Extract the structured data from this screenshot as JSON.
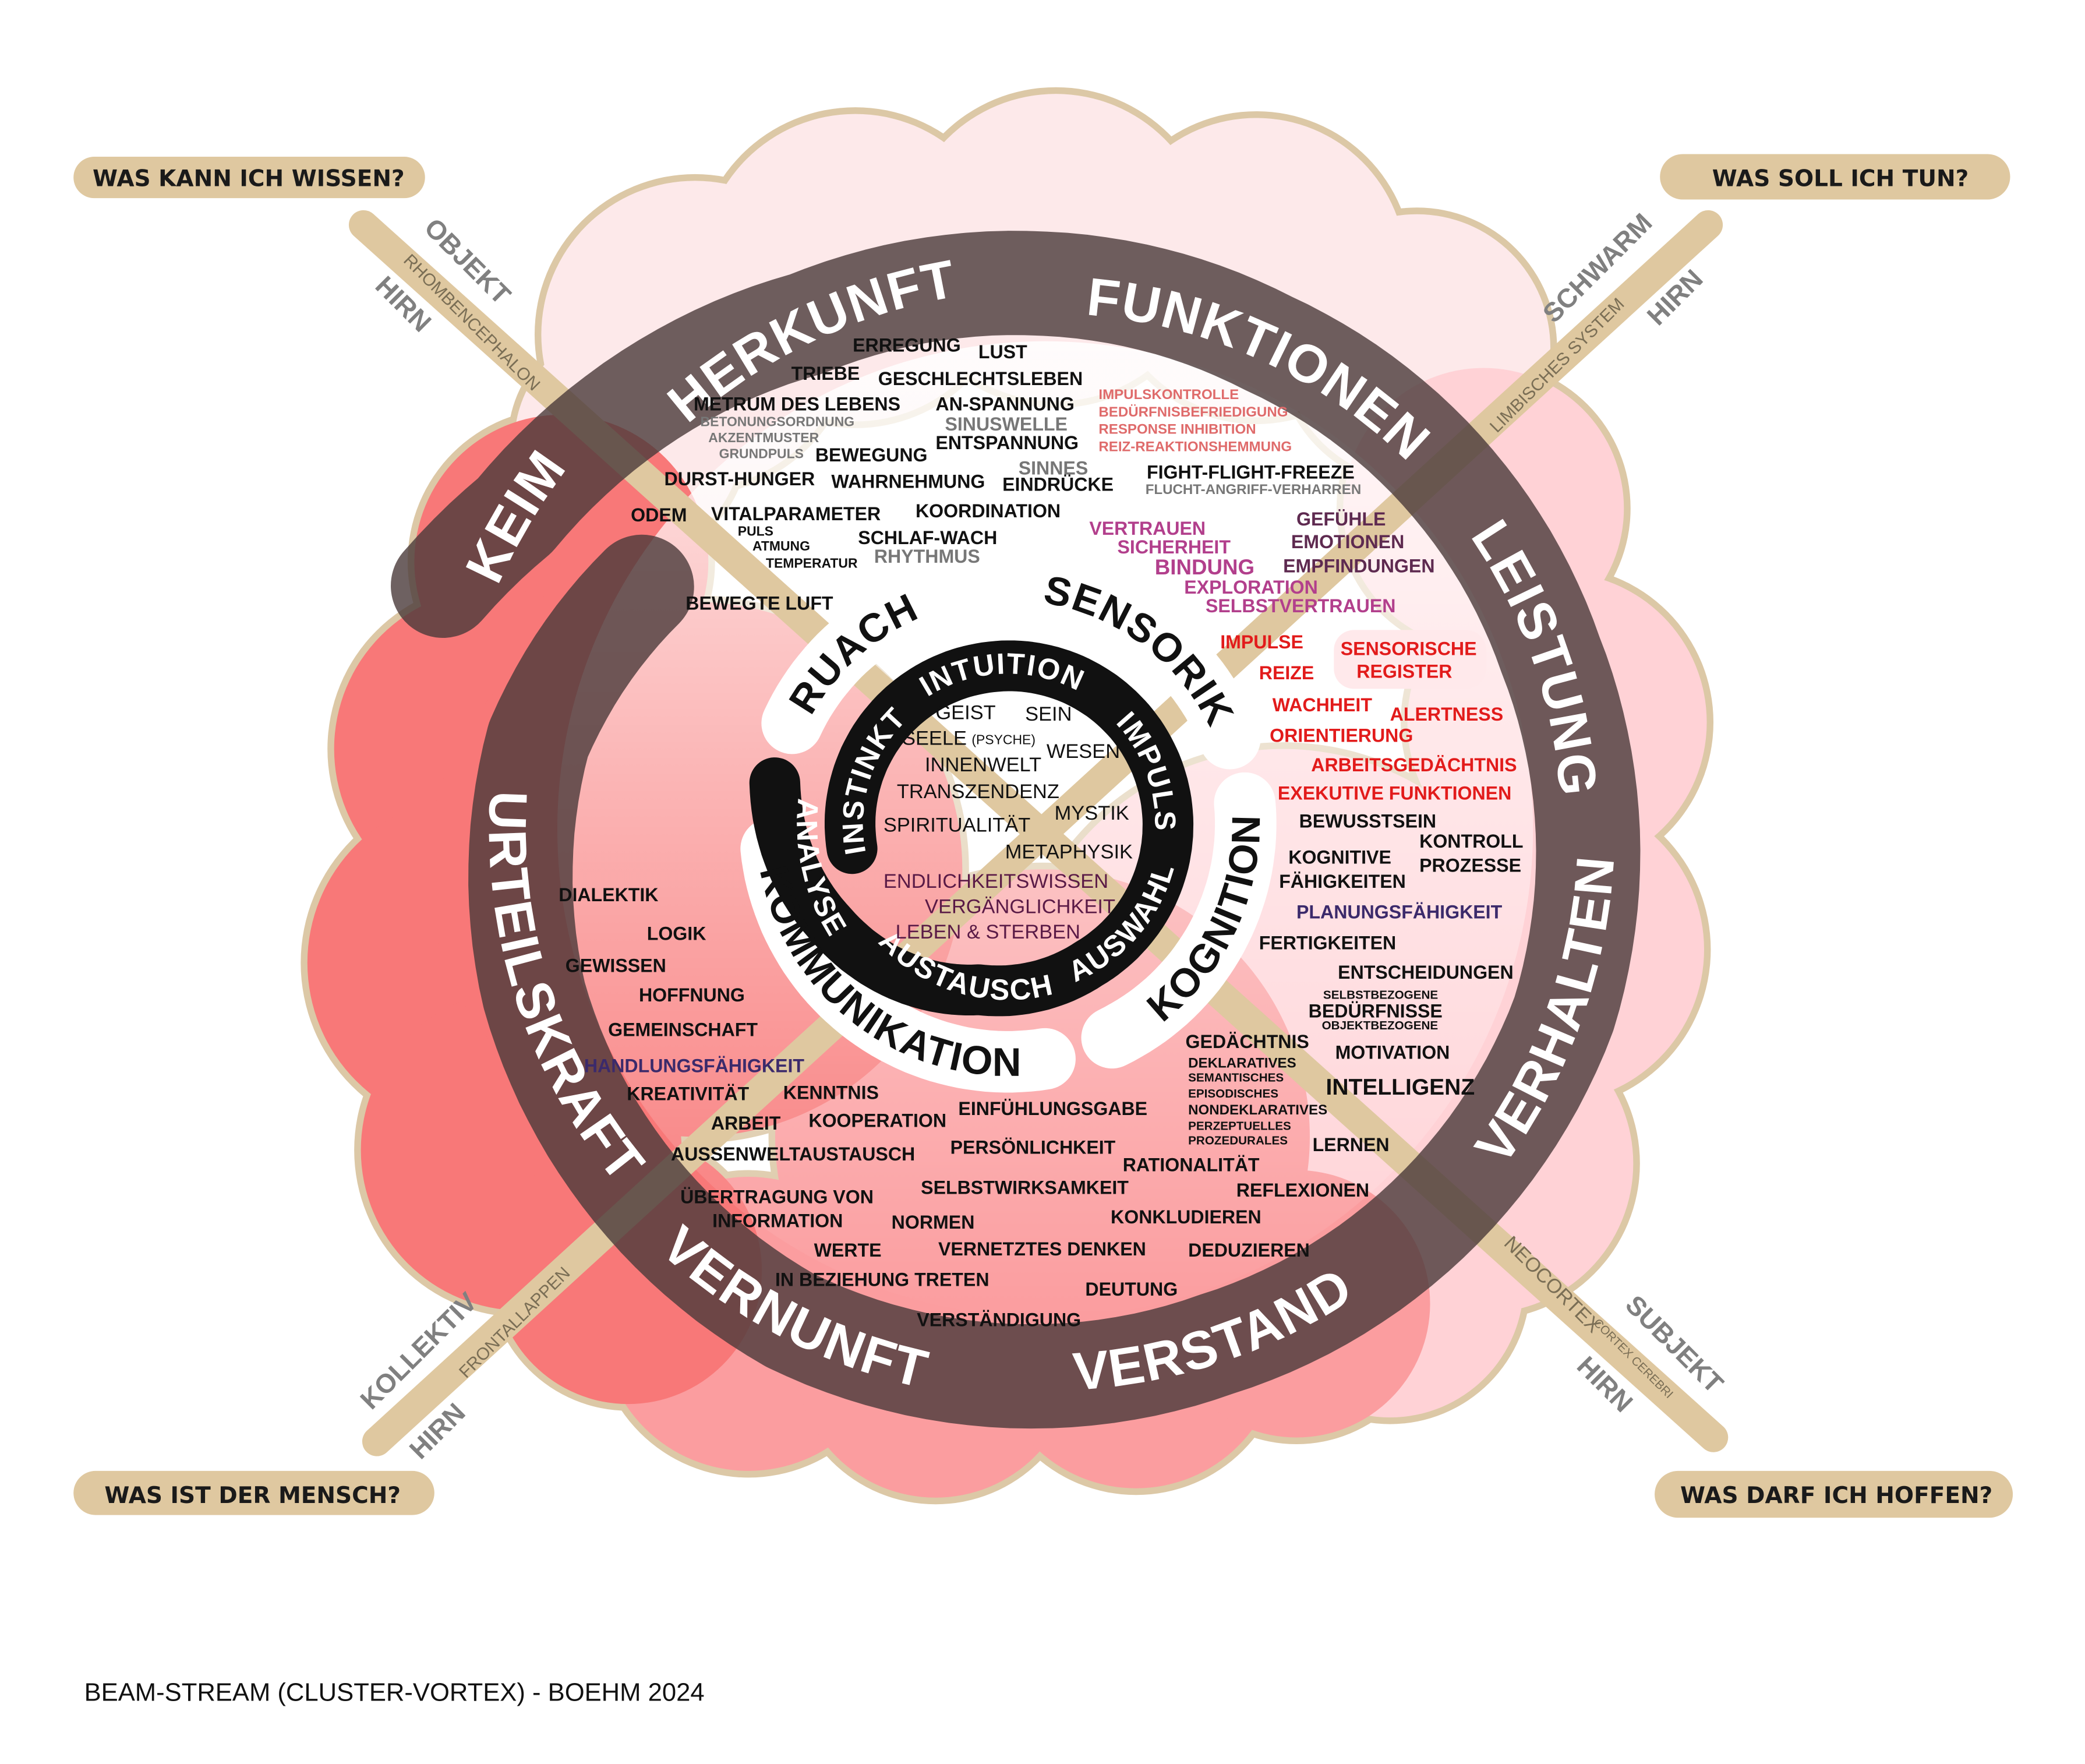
{
  "questions": {
    "top_left": "WAS KANN ICH WISSEN?",
    "top_right": "WAS SOLL ICH TUN?",
    "bottom_left": "WAS IST DER MENSCH?",
    "bottom_right": "WAS DARF ICH HOFFEN?"
  },
  "axes": {
    "top_left": {
      "outer": "OBJEKT",
      "brain": "HIRN",
      "region": "RHOMBENCEPHALON"
    },
    "top_right": {
      "outer": "SCHWARM",
      "brain": "HIRN",
      "region": "LIMBISCHES SYSTEM"
    },
    "bottom_left": {
      "outer": "KOLLEKTIV",
      "brain": "HIRN",
      "region": "FRONTALLAPPEN"
    },
    "bottom_right": {
      "outer": "SUBJEKT",
      "brain": "HIRN",
      "region": "NEOCORTEX",
      "sub": "CORTEX CEREBRI"
    }
  },
  "outer_ring": [
    "KEIM",
    "HERKUNFT",
    "FUNKTIONEN",
    "LEISTUNG",
    "VERHALTEN",
    "VERSTAND",
    "VERNUNFT",
    "URTEILSKRAFT"
  ],
  "middle_ring": [
    "RUACH",
    "SENSORIK",
    "KOGNITION",
    "KOMMUNIKATION"
  ],
  "inner_ring": [
    "INTUITION",
    "IMPULS",
    "AUSWAHL",
    "AUSTAUSCH",
    "ANALYSE",
    "INSTINKT"
  ],
  "colors": {
    "k": "#111111",
    "g": "#777777",
    "s": "#df6b6b",
    "m": "#b23f8c",
    "p": "#5e2a50",
    "r": "#e21b1b",
    "n": "#3b2a6b",
    "c": "#111111",
    "cp": "#5a1a46",
    "ring": "#4a3a3a",
    "beige": "#dfc8a0",
    "inner_ring": "#111111"
  },
  "words": [
    {
      "text": "ERREGUNG",
      "tone": "k"
    },
    {
      "text": "LUST",
      "tone": "k"
    },
    {
      "text": "TRIEBE",
      "tone": "k"
    },
    {
      "text": "GESCHLECHTSLEBEN",
      "tone": "k"
    },
    {
      "text": "METRUM DES LEBENS",
      "tone": "k"
    },
    {
      "text": "BETONUNGSORDNUNG",
      "tone": "g"
    },
    {
      "text": "AKZENTMUSTER",
      "tone": "g"
    },
    {
      "text": "GRUNDPULS",
      "tone": "g"
    },
    {
      "text": "BEWEGUNG",
      "tone": "k"
    },
    {
      "text": "AN-SPANNUNG",
      "tone": "k"
    },
    {
      "text": "SINUSWELLE",
      "tone": "g"
    },
    {
      "text": "ENTSPANNUNG",
      "tone": "k"
    },
    {
      "text": "IMPULSKONTROLLE",
      "tone": "s"
    },
    {
      "text": "BEDÜRFNISBEFRIEDIGUNG",
      "tone": "s"
    },
    {
      "text": "RESPONSE INHIBITION",
      "tone": "s"
    },
    {
      "text": "REIZ-REAKTIONSHEMMUNG",
      "tone": "s"
    },
    {
      "text": "DURST-HUNGER",
      "tone": "k"
    },
    {
      "text": "WAHRNEHMUNG",
      "tone": "k"
    },
    {
      "text": "SINNES",
      "tone": "g"
    },
    {
      "text": "EINDRÜCKE",
      "tone": "k"
    },
    {
      "text": "FIGHT-FLIGHT-FREEZE",
      "tone": "k"
    },
    {
      "text": "FLUCHT-ANGRIFF-VERHARREN",
      "tone": "g"
    },
    {
      "text": "ODEM",
      "tone": "k"
    },
    {
      "text": "VITALPARAMETER",
      "tone": "k"
    },
    {
      "text": "KOORDINATION",
      "tone": "k"
    },
    {
      "text": "PULS",
      "tone": "k"
    },
    {
      "text": "ATMUNG",
      "tone": "k"
    },
    {
      "text": "TEMPERATUR",
      "tone": "k"
    },
    {
      "text": "SCHLAF-WACH",
      "tone": "k"
    },
    {
      "text": "RHYTHMUS",
      "tone": "g"
    },
    {
      "text": "VERTRAUEN",
      "tone": "m"
    },
    {
      "text": "SICHERHEIT",
      "tone": "m"
    },
    {
      "text": "BINDUNG",
      "tone": "m"
    },
    {
      "text": "EXPLORATION",
      "tone": "m"
    },
    {
      "text": "SELBSTVERTRAUEN",
      "tone": "m"
    },
    {
      "text": "GEFÜHLE",
      "tone": "p"
    },
    {
      "text": "EMOTIONEN",
      "tone": "p"
    },
    {
      "text": "EMPFINDUNGEN",
      "tone": "p"
    },
    {
      "text": "BEWEGTE LUFT",
      "tone": "k"
    },
    {
      "text": "IMPULSE",
      "tone": "r"
    },
    {
      "text": "REIZE",
      "tone": "r"
    },
    {
      "text": "SENSORISCHE",
      "tone": "r"
    },
    {
      "text": "REGISTER",
      "tone": "r"
    },
    {
      "text": "WACHHEIT",
      "tone": "r"
    },
    {
      "text": "ALERTNESS",
      "tone": "r"
    },
    {
      "text": "ORIENTIERUNG",
      "tone": "r"
    },
    {
      "text": "ARBEITSGEDÄCHTNIS",
      "tone": "r"
    },
    {
      "text": "EXEKUTIVE FUNKTIONEN",
      "tone": "r"
    },
    {
      "text": "BEWUSSTSEIN",
      "tone": "k"
    },
    {
      "text": "KONTROLL",
      "tone": "k"
    },
    {
      "text": "PROZESSE",
      "tone": "k"
    },
    {
      "text": "KOGNITIVE",
      "tone": "k"
    },
    {
      "text": "FÄHIGKEITEN",
      "tone": "k"
    },
    {
      "text": "PLANUNGSFÄHIGKEIT",
      "tone": "n"
    },
    {
      "text": "FERTIGKEITEN",
      "tone": "k"
    },
    {
      "text": "ENTSCHEIDUNGEN",
      "tone": "k"
    },
    {
      "text": "SELBSTBEZOGENE",
      "tone": "k"
    },
    {
      "text": "BEDÜRFNISSE",
      "tone": "k"
    },
    {
      "text": "OBJEKTBEZOGENE",
      "tone": "k"
    },
    {
      "text": "GEDÄCHTNIS",
      "tone": "k"
    },
    {
      "text": "MOTIVATION",
      "tone": "k"
    },
    {
      "text": "DEKLARATIVES",
      "tone": "k"
    },
    {
      "text": "SEMANTISCHES",
      "tone": "k"
    },
    {
      "text": "EPISODISCHES",
      "tone": "k"
    },
    {
      "text": "NONDEKLARATIVES",
      "tone": "k"
    },
    {
      "text": "PERZEPTUELLES",
      "tone": "k"
    },
    {
      "text": "PROZEDURALES",
      "tone": "k"
    },
    {
      "text": "INTELLIGENZ",
      "tone": "k"
    },
    {
      "text": "LERNEN",
      "tone": "k"
    },
    {
      "text": "DIALEKTIK",
      "tone": "k"
    },
    {
      "text": "LOGIK",
      "tone": "k"
    },
    {
      "text": "GEWISSEN",
      "tone": "k"
    },
    {
      "text": "HOFFNUNG",
      "tone": "k"
    },
    {
      "text": "GEMEINSCHAFT",
      "tone": "k"
    },
    {
      "text": "HANDLUNGSFÄHIGKEIT",
      "tone": "n"
    },
    {
      "text": "KREATIVITÄT",
      "tone": "k"
    },
    {
      "text": "KENNTNIS",
      "tone": "k"
    },
    {
      "text": "ARBEIT",
      "tone": "k"
    },
    {
      "text": "KOOPERATION",
      "tone": "k"
    },
    {
      "text": "EINFÜHLUNGSGABE",
      "tone": "k"
    },
    {
      "text": "AUSSENWELTAUSTAUSCH",
      "tone": "k"
    },
    {
      "text": "PERSÖNLICHKEIT",
      "tone": "k"
    },
    {
      "text": "RATIONALITÄT",
      "tone": "k"
    },
    {
      "text": "SELBSTWIRKSAMKEIT",
      "tone": "k"
    },
    {
      "text": "REFLEXIONEN",
      "tone": "k"
    },
    {
      "text": "ÜBERTRAGUNG VON",
      "tone": "k"
    },
    {
      "text": "INFORMATION",
      "tone": "k"
    },
    {
      "text": "NORMEN",
      "tone": "k"
    },
    {
      "text": "KONKLUDIEREN",
      "tone": "k"
    },
    {
      "text": "WERTE",
      "tone": "k"
    },
    {
      "text": "VERNETZTES DENKEN",
      "tone": "k"
    },
    {
      "text": "DEDUZIEREN",
      "tone": "k"
    },
    {
      "text": "IN BEZIEHUNG TRETEN",
      "tone": "k"
    },
    {
      "text": "DEUTUNG",
      "tone": "k"
    },
    {
      "text": "VERSTÄNDIGUNG",
      "tone": "k"
    },
    {
      "text": "GEIST",
      "tone": "c"
    },
    {
      "text": "SEIN",
      "tone": "c"
    },
    {
      "text": "SEELE",
      "tone": "c"
    },
    {
      "text": "(PSYCHE)",
      "tone": "c"
    },
    {
      "text": "WESEN",
      "tone": "c"
    },
    {
      "text": "INNENWELT",
      "tone": "c"
    },
    {
      "text": "TRANSZENDENZ",
      "tone": "c"
    },
    {
      "text": "MYSTIK",
      "tone": "c"
    },
    {
      "text": "SPIRITUALITÄT",
      "tone": "c"
    },
    {
      "text": "METAPHYSIK",
      "tone": "c"
    },
    {
      "text": "ENDLICHKEITSWISSEN",
      "tone": "cp"
    },
    {
      "text": "VERGÄNGLICHKEIT",
      "tone": "cp"
    },
    {
      "text": "LEBEN & STERBEN",
      "tone": "cp"
    }
  ],
  "footer": "BEAM-STREAM (CLUSTER-VORTEX) - BOEHM 2024"
}
